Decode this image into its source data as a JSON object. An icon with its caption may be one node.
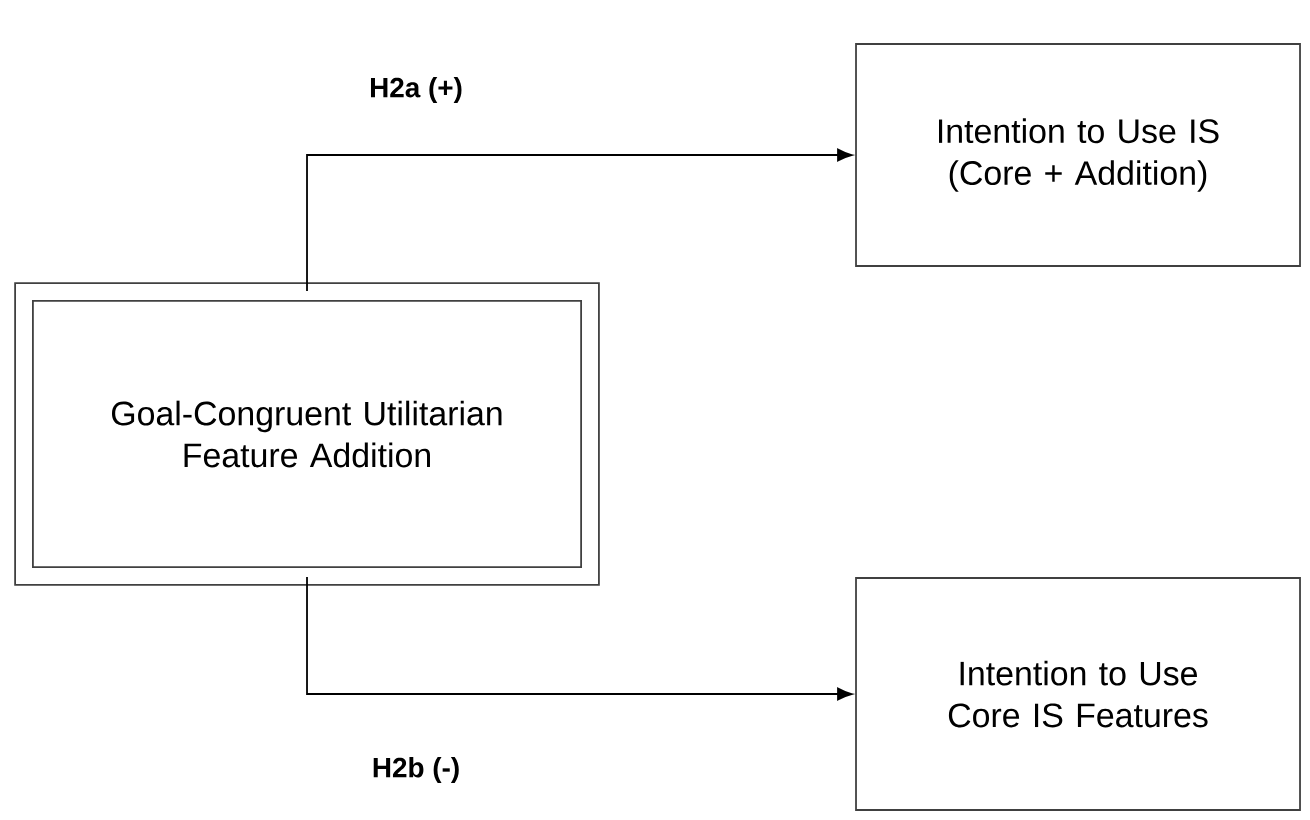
{
  "diagram": {
    "nodes": [
      {
        "text": [
          "Goal-Congruent Utilitarian Feature Addition"
        ]
      },
      {
        "text": [
          "Intention to Use IS (Core + Addition)"
        ]
      },
      {
        "text": [
          "Intention to Use Core IS Features"
        ]
      }
    ],
    "edges": [
      {
        "from": 0,
        "to": 1,
        "arrow": "to",
        "label": "H2a (+)"
      },
      {
        "from": 0,
        "to": 2,
        "arrow": "to",
        "label": "H2b (-)"
      }
    ]
  }
}
